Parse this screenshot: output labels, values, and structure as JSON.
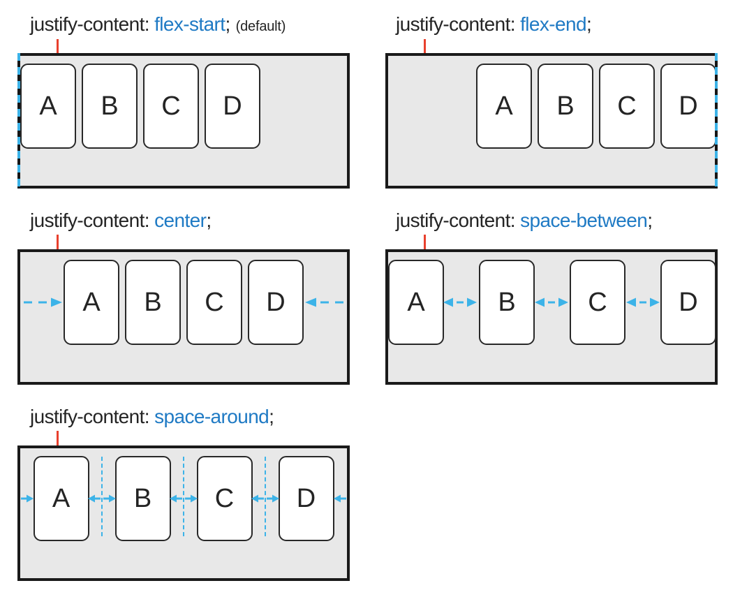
{
  "diagram": {
    "property": "justify-content",
    "colors": {
      "value_blue": "#1f7ac4",
      "arrow_cyan": "#3cb3e8",
      "tick_red": "#e8402d",
      "container_fill": "#e8e8e8",
      "container_border": "#1a1a1a",
      "item_fill": "#ffffff",
      "text_dark": "#242424"
    },
    "panels": [
      {
        "label_prefix": "justify-content: ",
        "label_value": "flex-start",
        "label_semicolon": ";",
        "label_note": "(default)",
        "items": [
          "A",
          "B",
          "C",
          "D"
        ]
      },
      {
        "label_prefix": "justify-content: ",
        "label_value": "flex-end",
        "label_semicolon": ";",
        "items": [
          "A",
          "B",
          "C",
          "D"
        ]
      },
      {
        "label_prefix": "justify-content: ",
        "label_value": "center",
        "label_semicolon": ";",
        "items": [
          "A",
          "B",
          "C",
          "D"
        ]
      },
      {
        "label_prefix": "justify-content: ",
        "label_value": "space-between",
        "label_semicolon": ";",
        "items": [
          "A",
          "B",
          "C",
          "D"
        ]
      },
      {
        "label_prefix": "justify-content: ",
        "label_value": "space-around",
        "label_semicolon": ";",
        "items": [
          "A",
          "B",
          "C",
          "D"
        ]
      }
    ]
  }
}
